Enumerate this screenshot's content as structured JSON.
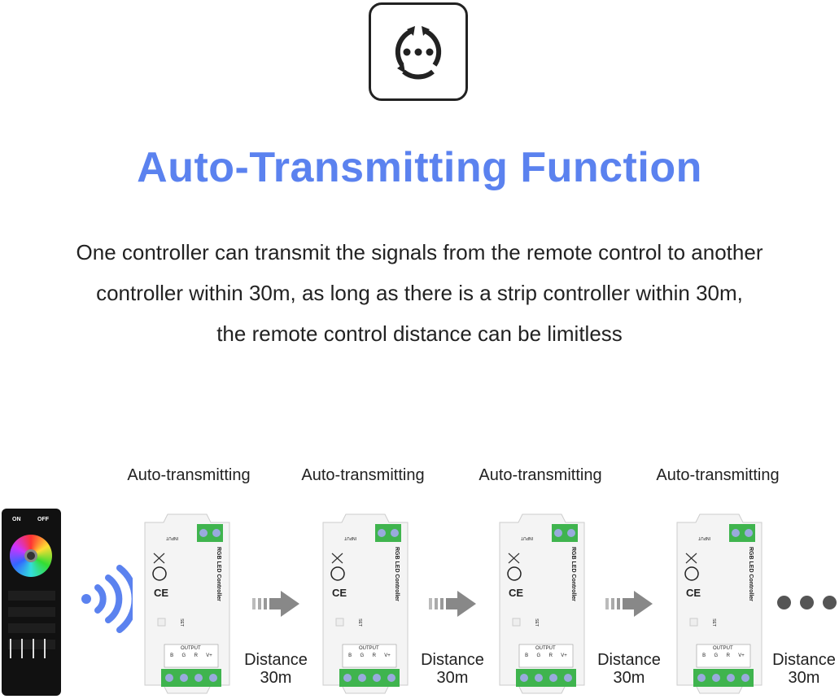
{
  "header": {
    "icon": "auto-transmit-cycle-icon",
    "title": "Auto-Transmitting Function"
  },
  "description": {
    "lines": [
      "One controller can transmit the signals from the remote control to another",
      "controller within 30m, as long as there is a strip controller within 30m,",
      "the remote control distance can be limitless"
    ]
  },
  "remote": {
    "on_label": "ON",
    "off_label": "OFF"
  },
  "signal_icon": "wireless-signal-icon",
  "accent_color": "#5b82ef",
  "controller": {
    "name": "RGB LED Controller",
    "input_label": "INPUT",
    "output_label": "OUTPUT",
    "terminals": [
      "B",
      "G",
      "R",
      "V+"
    ],
    "set_label": "SET"
  },
  "stages": [
    {
      "label": "Auto-transmitting",
      "distance": "Distance",
      "range": "30m"
    },
    {
      "label": "Auto-transmitting",
      "distance": "Distance",
      "range": "30m"
    },
    {
      "label": "Auto-transmitting",
      "distance": "Distance",
      "range": "30m"
    },
    {
      "label": "Auto-transmitting",
      "distance": "Distance",
      "range": "30m"
    }
  ],
  "continuation_icon": "ellipsis-icon"
}
